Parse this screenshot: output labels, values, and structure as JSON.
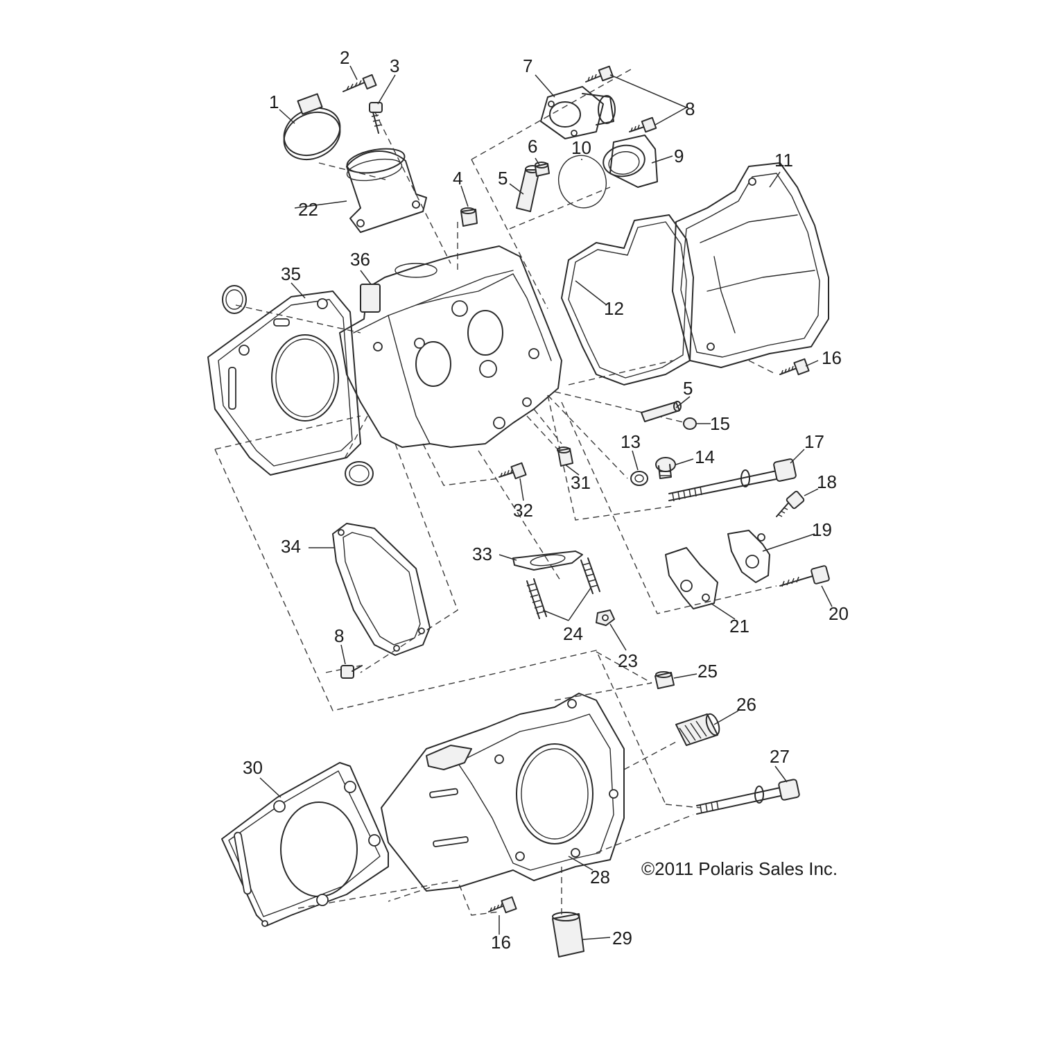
{
  "copyright": "©2011 Polaris Sales Inc.",
  "callouts": [
    {
      "id": "c1",
      "text": "1"
    },
    {
      "id": "c2",
      "text": "2"
    },
    {
      "id": "c3",
      "text": "3"
    },
    {
      "id": "c4",
      "text": "4"
    },
    {
      "id": "c5a",
      "text": "5"
    },
    {
      "id": "c5b",
      "text": "5"
    },
    {
      "id": "c6",
      "text": "6"
    },
    {
      "id": "c7",
      "text": "7"
    },
    {
      "id": "c8a",
      "text": "8"
    },
    {
      "id": "c8b",
      "text": "8"
    },
    {
      "id": "c9",
      "text": "9"
    },
    {
      "id": "c10",
      "text": "10"
    },
    {
      "id": "c11",
      "text": "11"
    },
    {
      "id": "c12",
      "text": "12"
    },
    {
      "id": "c13",
      "text": "13"
    },
    {
      "id": "c14",
      "text": "14"
    },
    {
      "id": "c15",
      "text": "15"
    },
    {
      "id": "c16a",
      "text": "16"
    },
    {
      "id": "c16b",
      "text": "16"
    },
    {
      "id": "c17",
      "text": "17"
    },
    {
      "id": "c18",
      "text": "18"
    },
    {
      "id": "c19",
      "text": "19"
    },
    {
      "id": "c20",
      "text": "20"
    },
    {
      "id": "c21",
      "text": "21"
    },
    {
      "id": "c22",
      "text": "22"
    },
    {
      "id": "c23",
      "text": "23"
    },
    {
      "id": "c24",
      "text": "24"
    },
    {
      "id": "c25",
      "text": "25"
    },
    {
      "id": "c26",
      "text": "26"
    },
    {
      "id": "c27",
      "text": "27"
    },
    {
      "id": "c28",
      "text": "28"
    },
    {
      "id": "c29",
      "text": "29"
    },
    {
      "id": "c30",
      "text": "30"
    },
    {
      "id": "c31",
      "text": "31"
    },
    {
      "id": "c32",
      "text": "32"
    },
    {
      "id": "c33",
      "text": "33"
    },
    {
      "id": "c34",
      "text": "34"
    },
    {
      "id": "c35",
      "text": "35"
    },
    {
      "id": "c36",
      "text": "36"
    }
  ]
}
